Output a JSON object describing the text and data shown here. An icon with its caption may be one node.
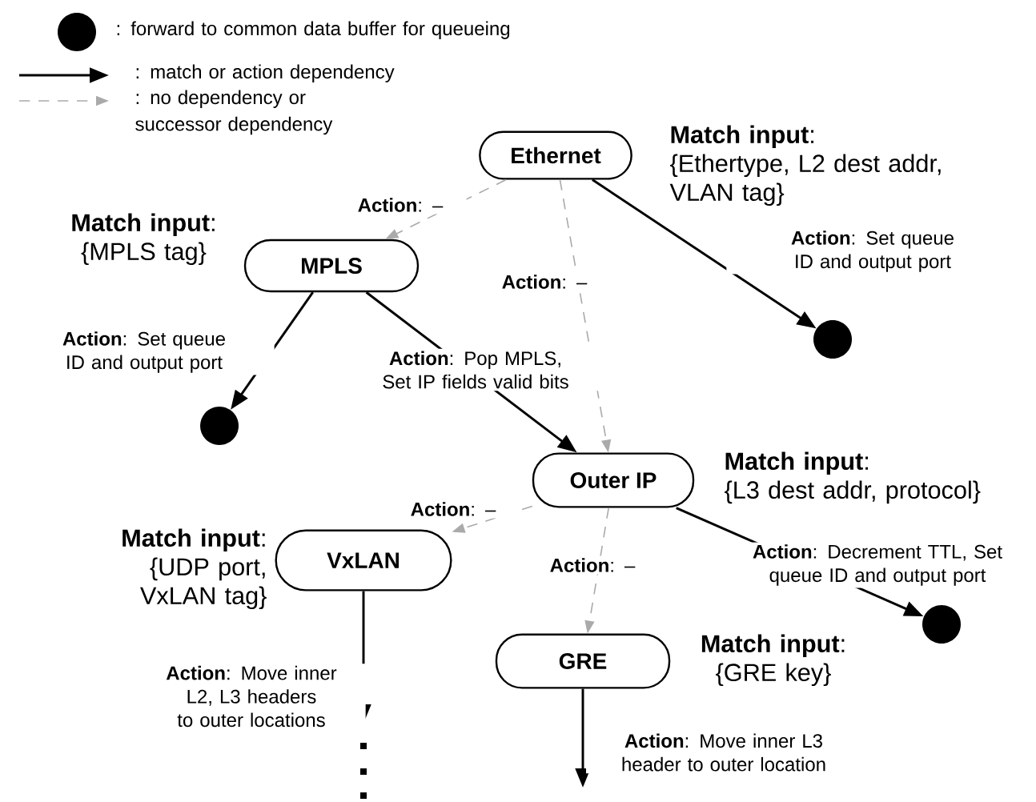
{
  "diagram": {
    "nodes": [
      {
        "text": [
          "Ethernet"
        ],
        "beside": [
          "**Match input**:",
          "{Ethertype, L2 dest addr, VLAN tag}"
        ]
      },
      {
        "text": [
          "MPLS"
        ],
        "beside": [
          "**Match input**:",
          "{MPLS tag}"
        ]
      },
      {
        "text": [
          "Outer IP"
        ],
        "beside": [
          "**Match input**:",
          "{L3 dest addr, protocol}"
        ]
      },
      {
        "text": [
          "VxLAN"
        ],
        "beside": [
          "**Match input**:",
          "{UDP port, VxLAN tag}"
        ]
      },
      {
        "text": [
          "GRE"
        ],
        "beside": [
          "**Match input**:",
          "{GRE key}"
        ]
      },
      {
        "text": [],
        "shape": "circle"
      },
      {
        "text": [],
        "shape": "circle"
      },
      {
        "text": [],
        "shape": "circle"
      }
    ],
    "edges": [
      {
        "from": 0,
        "to": 1,
        "arrow": "to",
        "label": "**Action**: –",
        "style": "dashed",
        "color": "#aaaaaa"
      },
      {
        "from": 0,
        "to": 2,
        "arrow": "to",
        "label": "**Action**: –",
        "style": "dashed",
        "color": "#aaaaaa"
      },
      {
        "from": 0,
        "to": 5,
        "arrow": "to",
        "label": "**Action**: Set queue ID and output port"
      },
      {
        "from": 1,
        "to": 6,
        "arrow": "to",
        "label": "**Action**: Set queue ID and output port"
      },
      {
        "from": 1,
        "to": 2,
        "arrow": "to",
        "label": "**Action**: Pop MPLS, Set IP fields valid bits"
      },
      {
        "from": 2,
        "to": 3,
        "arrow": "to",
        "label": "**Action**: –",
        "style": "dashed",
        "color": "#aaaaaa"
      },
      {
        "from": 2,
        "to": 4,
        "arrow": "to",
        "label": "**Action**: –",
        "style": "dashed",
        "color": "#aaaaaa"
      },
      {
        "from": 2,
        "to": 7,
        "arrow": "to",
        "label": "**Action**: Decrement TTL, Set queue ID and output port"
      },
      {
        "from": 3,
        "to": null,
        "arrow": "to",
        "label": "**Action**: Move inner L2, L3 headers to outer locations"
      },
      {
        "from": 4,
        "to": null,
        "arrow": "to",
        "label": "**Action**: Move inner L3 header to outer location"
      }
    ],
    "legend": [
      {
        "text": ": forward to common data buffer for queueing"
      },
      {
        "text": ": match or action dependency"
      },
      {
        "text": ": no dependency or successor dependency"
      }
    ]
  }
}
